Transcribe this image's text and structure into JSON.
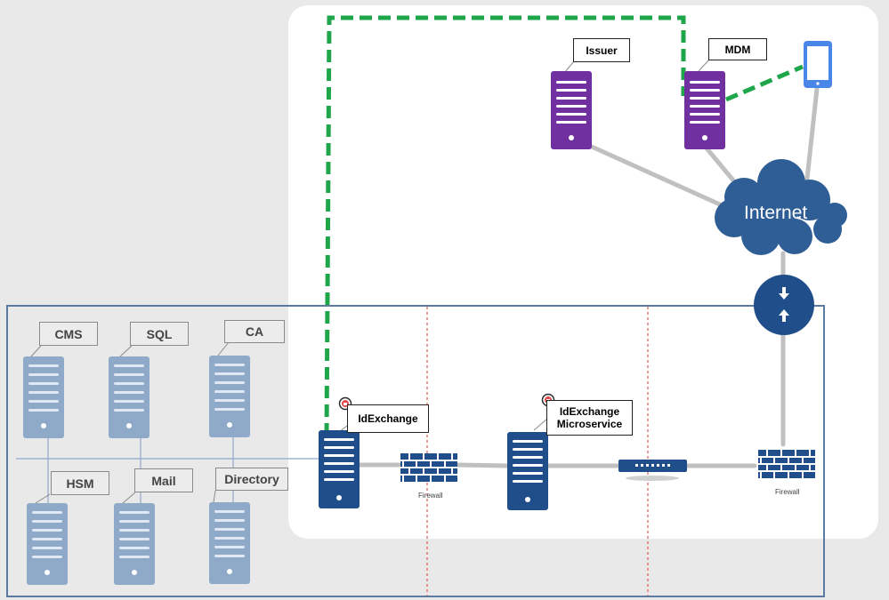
{
  "internal_servers": {
    "cms": "CMS",
    "sql": "SQL",
    "ca": "CA",
    "hsm": "HSM",
    "mail": "Mail",
    "directory": "Directory"
  },
  "external": {
    "issuer": "Issuer",
    "mdm": "MDM",
    "internet": "Internet"
  },
  "dmz": {
    "idexchange": "IdExchange",
    "microservice_line1": "IdExchange",
    "microservice_line2": "Microservice",
    "firewall_left": "Firewall",
    "firewall_right": "Firewall"
  },
  "colors": {
    "background": "#e9e9e9",
    "internal_server": "#8fa9c9",
    "dmz_server": "#1f4e8a",
    "external_server": "#7030a0",
    "cloud": "#2f5e96",
    "secure_path": "#1fa64a",
    "zone_divider": "#d63b3b",
    "link": "#c0c0c0"
  },
  "icons": {
    "phone": "mobile-phone-icon",
    "router": "router-icon",
    "firewall": "firewall-icon",
    "lock": "lock-badge-icon"
  }
}
